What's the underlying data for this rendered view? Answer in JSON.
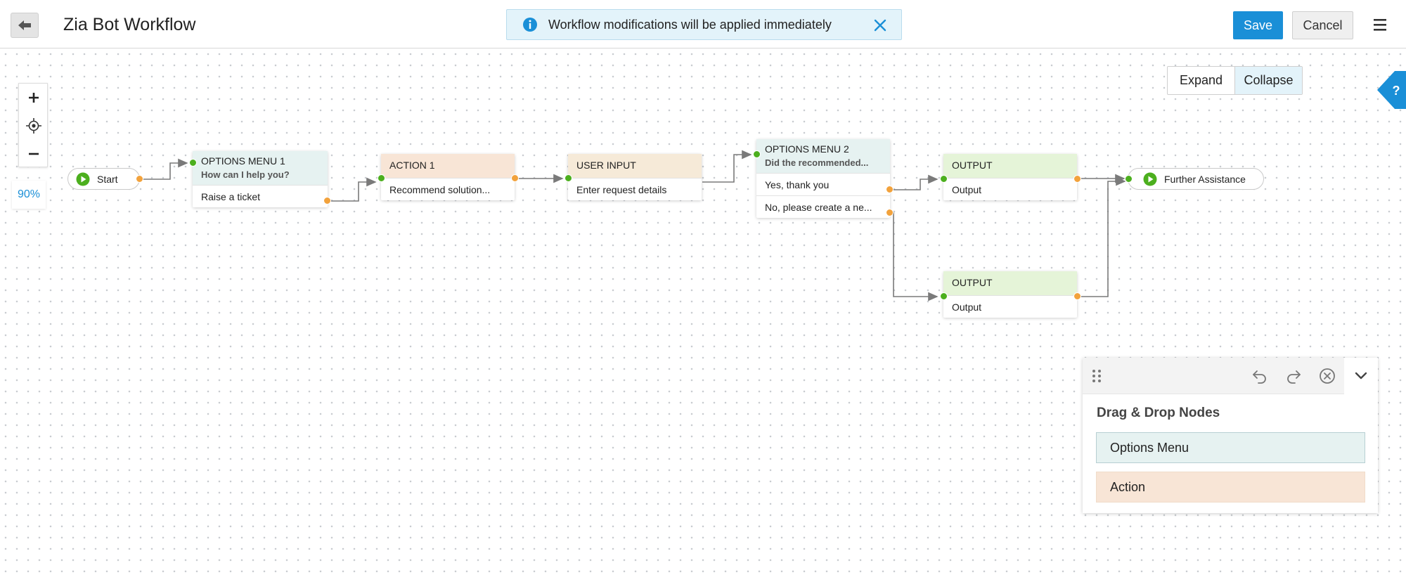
{
  "header": {
    "title": "Zia Bot Workflow",
    "notice_text": "Workflow modifications will be applied immediately",
    "save_label": "Save",
    "cancel_label": "Cancel"
  },
  "canvas": {
    "zoom_level": "90%",
    "expand_label": "Expand",
    "collapse_label": "Collapse"
  },
  "nodes": {
    "start": {
      "label": "Start"
    },
    "options_menu_1": {
      "title": "OPTIONS MENU 1",
      "subtitle": "How can I help you?",
      "rows": [
        "Raise a ticket"
      ]
    },
    "action_1": {
      "title": "ACTION 1",
      "rows": [
        "Recommend solution..."
      ]
    },
    "user_input": {
      "title": "USER INPUT",
      "rows": [
        "Enter request details"
      ]
    },
    "options_menu_2": {
      "title": "OPTIONS MENU 2",
      "subtitle": "Did the recommended...",
      "rows": [
        "Yes, thank you",
        "No, please create a ne..."
      ]
    },
    "output_1": {
      "title": "OUTPUT",
      "rows": [
        "Output"
      ]
    },
    "output_2": {
      "title": "OUTPUT",
      "rows": [
        "Output"
      ]
    },
    "further_assistance": {
      "label": "Further Assistance"
    }
  },
  "dnd_panel": {
    "title": "Drag & Drop Nodes",
    "items": [
      "Options Menu",
      "Action"
    ]
  },
  "colors": {
    "accent": "#1a8fd7",
    "port_in": "#4caf1e",
    "port_out": "#f2a23c",
    "options_header": "#e6f2f1",
    "action_header": "#f8e5d6",
    "input_header": "#f6ead8",
    "output_header": "#e5f4d8"
  },
  "icons": [
    "back-arrow-icon",
    "info-icon",
    "close-icon",
    "hamburger-menu-icon",
    "zoom-in-icon",
    "recenter-icon",
    "zoom-out-icon",
    "help-icon",
    "play-icon",
    "drag-handle-icon",
    "undo-icon",
    "redo-icon",
    "clear-icon",
    "chevron-down-icon"
  ]
}
